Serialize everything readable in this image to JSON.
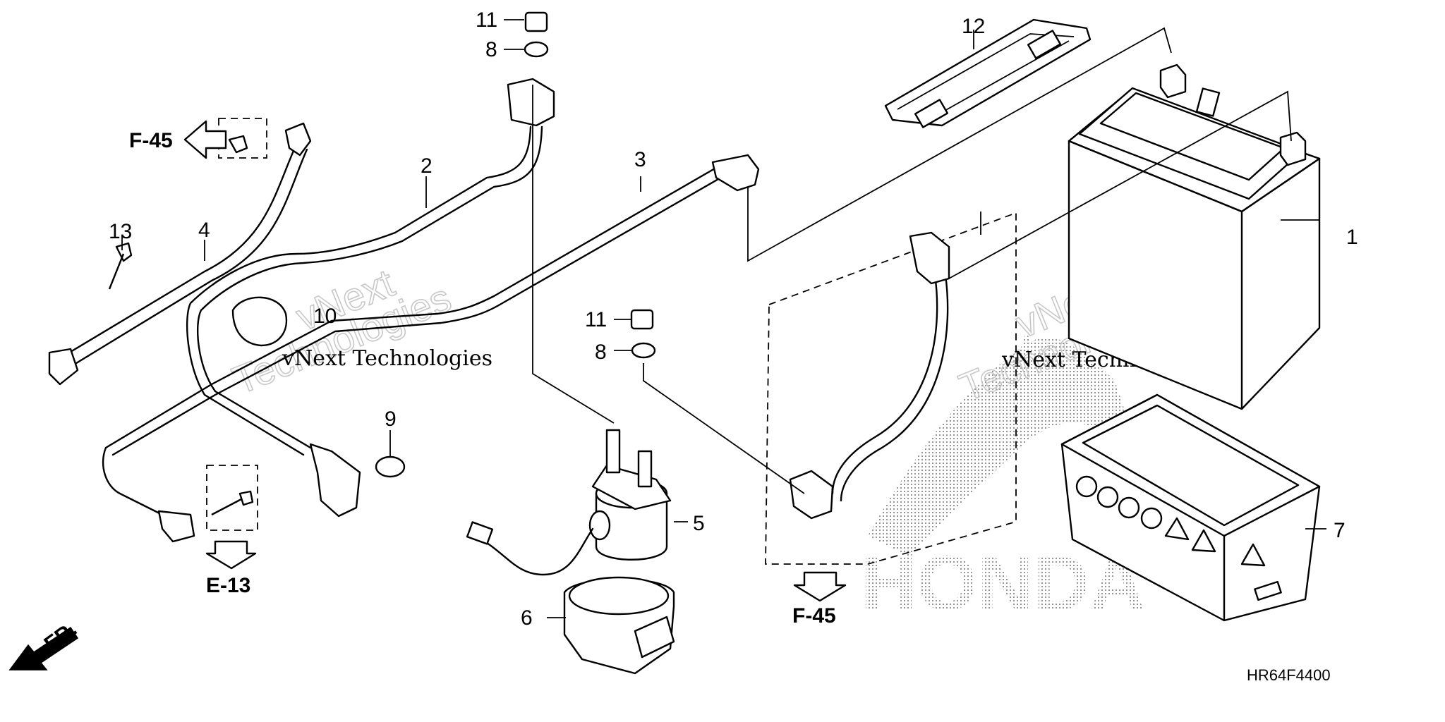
{
  "part_numbers": {
    "battery": "1",
    "cable_2": "2",
    "cable_3": "3",
    "cable_4": "4",
    "relay": "5",
    "relay_holder": "6",
    "battery_box": "7",
    "washer_top": "8",
    "washer_mid": "8",
    "cap": "9",
    "band": "10",
    "nut_top": "11",
    "nut_mid": "11",
    "strap": "12",
    "bolt": "13"
  },
  "refs": {
    "f45_left": "F-45",
    "e13": "E-13",
    "f45_bottom": "F-45"
  },
  "front_label": "FR.",
  "diagram_code": "HR64F4400",
  "watermarks": {
    "company_line": "vNext Technologies",
    "brand_word_1": "vNext",
    "brand_word_2": "Technologies",
    "maker": "HONDA"
  }
}
